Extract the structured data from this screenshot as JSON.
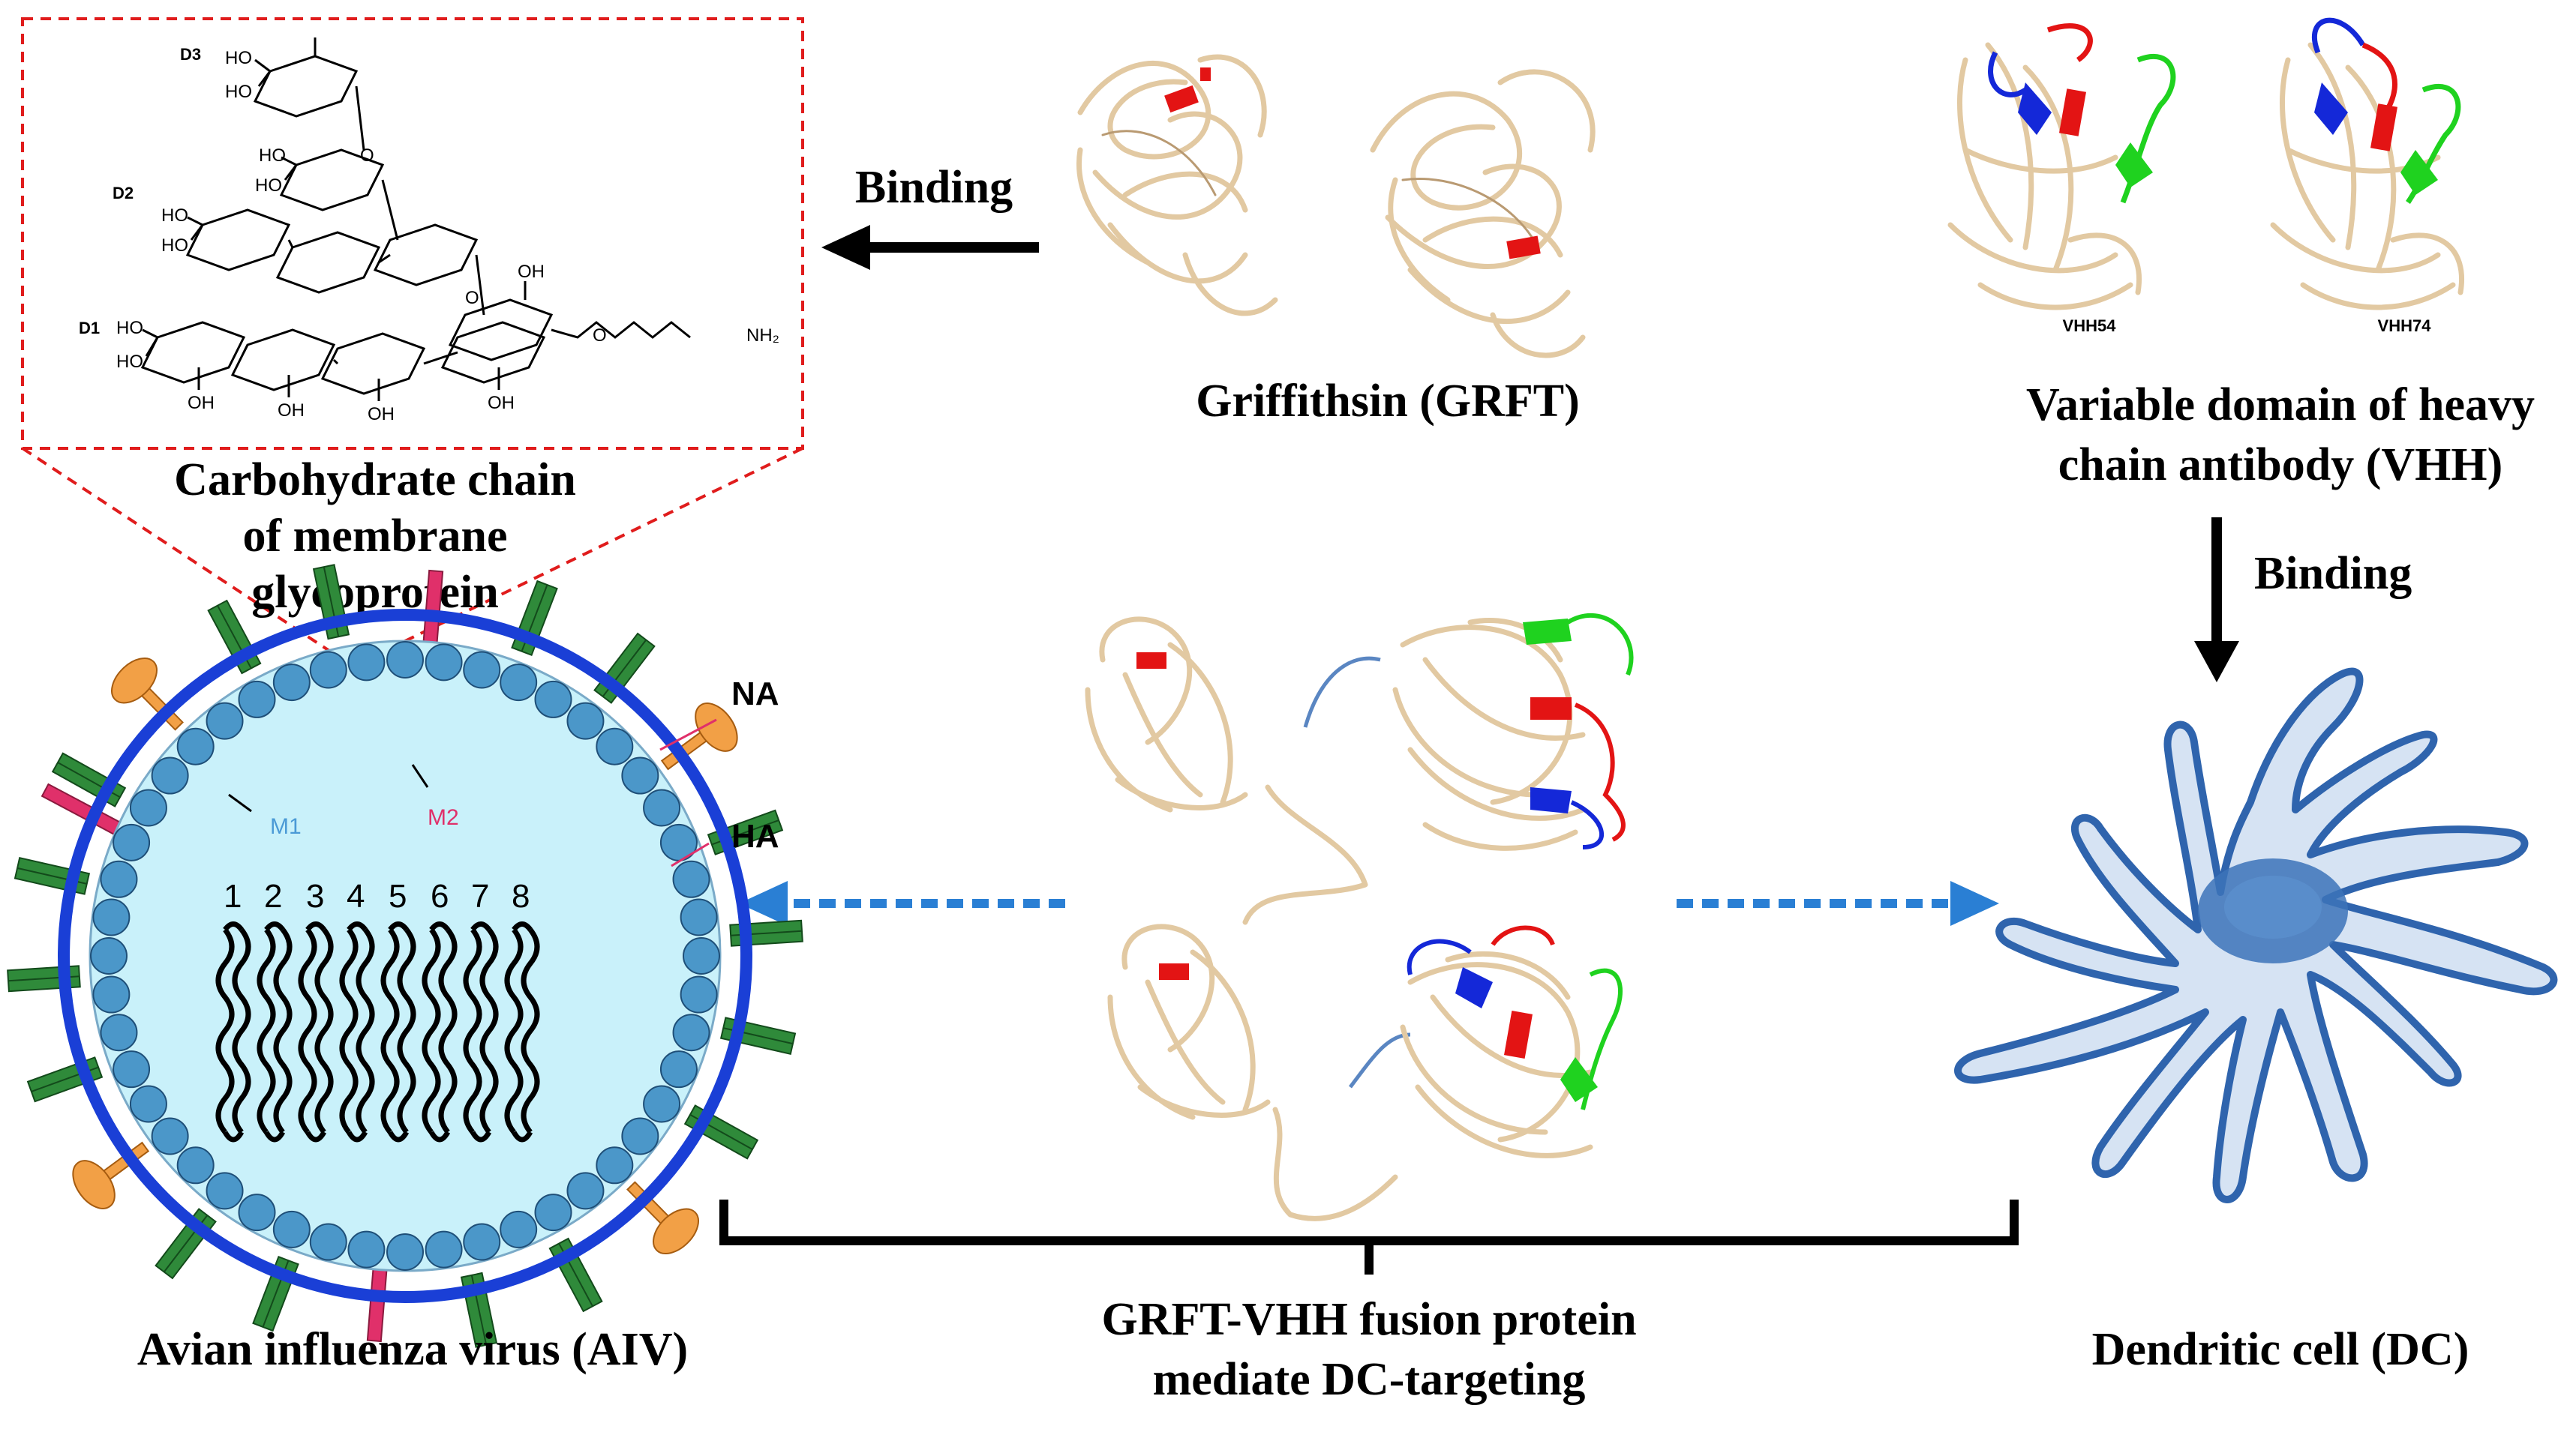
{
  "colors": {
    "virus_fill": "#c9f1fa",
    "envelope": "#1a3fd6",
    "bead": "#4b97c9",
    "ha": "#2f8a3a",
    "na": "#f2a046",
    "m2": "#e0306a",
    "ribbon": "#e2c9a2",
    "highlight_red": "#e31414",
    "highlight_blue": "#1428d8",
    "highlight_green": "#1fd21f",
    "linker": "#5a86c2",
    "cell_fill": "#d6e3f3",
    "cell_edge": "#2f64ad",
    "nucleus": "#3c73b8",
    "dotted_arrow": "#2a7fd4",
    "callout": "#e01c1c"
  },
  "labels": {
    "binding_top": "Binding",
    "binding_right": "Binding",
    "griffithsin": "Griffithsin (GRFT)",
    "vhh_line1": "Variable domain of heavy",
    "vhh_line2": "chain antibody (VHH)",
    "vhh54": "VHH54",
    "vhh74": "VHH74",
    "carb_line1": "Carbohydrate chain",
    "carb_line2": "of membrane",
    "carb_line3": "glycoprotein",
    "na": "NA",
    "ha": "HA",
    "m1": "M1",
    "m2": "M2",
    "aiv": "Avian influenza virus (AIV)",
    "fusion_line1": "GRFT-VHH fusion protein",
    "fusion_line2": "mediate DC-targeting",
    "dc": "Dendritic cell (DC)"
  },
  "chem": {
    "d1": "D1",
    "d2": "D2",
    "d3": "D3",
    "ho": "HO",
    "oh": "OH",
    "o": "O",
    "nh2": "NH₂"
  },
  "segments": [
    "1",
    "2",
    "3",
    "4",
    "5",
    "6",
    "7",
    "8"
  ]
}
